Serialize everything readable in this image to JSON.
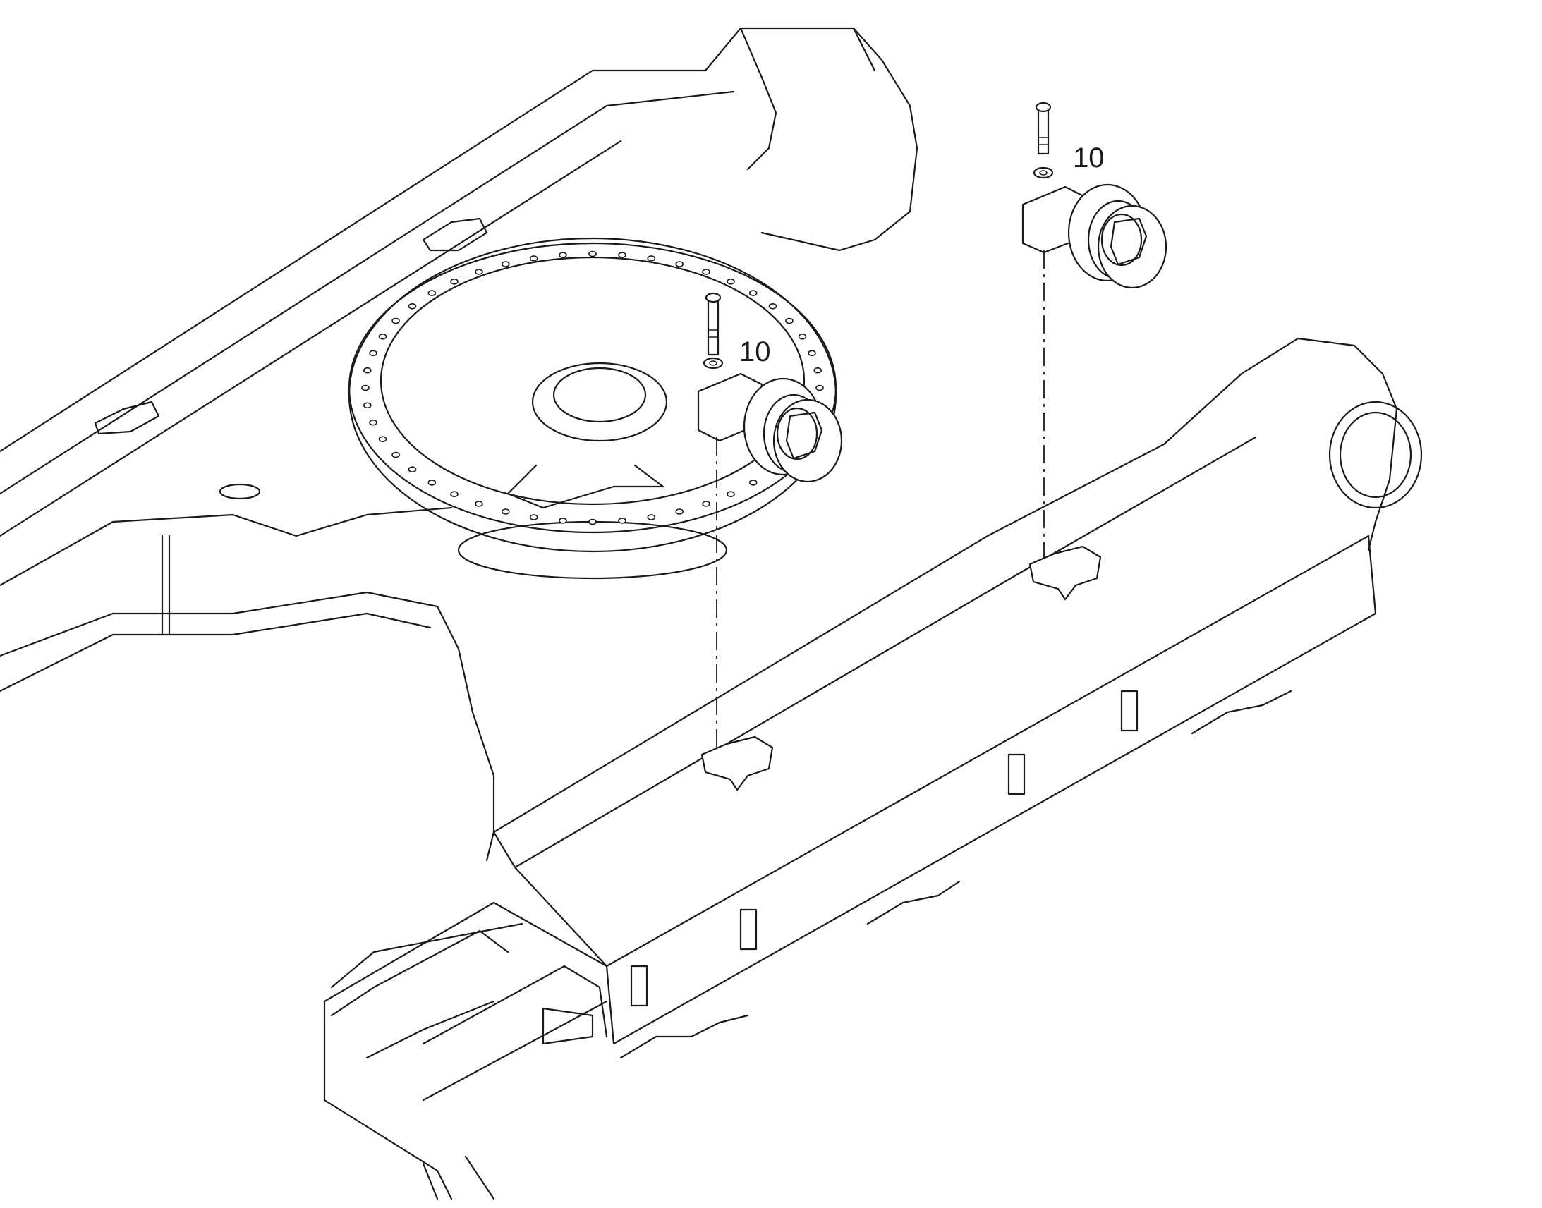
{
  "callouts": [
    {
      "id": "callout-left",
      "text": "10"
    },
    {
      "id": "callout-right",
      "text": "10"
    }
  ],
  "colors": {
    "line": "#1a1a1a",
    "background": "#ffffff"
  }
}
